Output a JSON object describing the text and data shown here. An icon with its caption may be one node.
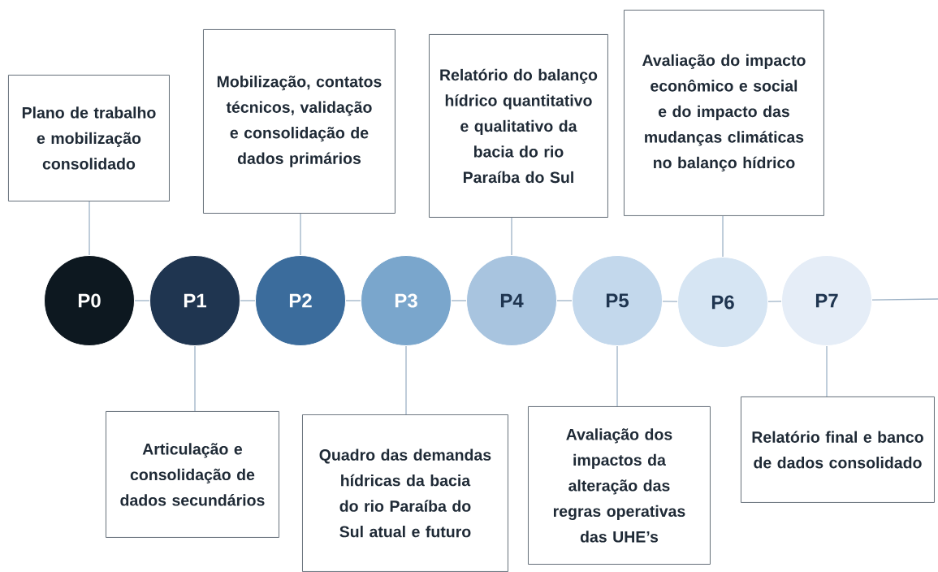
{
  "diagram": {
    "nodes": [
      {
        "text": [
          "P0"
        ]
      },
      {
        "text": [
          "P1"
        ]
      },
      {
        "text": [
          "P2"
        ]
      },
      {
        "text": [
          "P3"
        ]
      },
      {
        "text": [
          "P4"
        ]
      },
      {
        "text": [
          "P5"
        ]
      },
      {
        "text": [
          "P6"
        ]
      },
      {
        "text": [
          "P7"
        ]
      },
      {
        "text": [
          "Plano de trabalho e mobilização consolidado"
        ]
      },
      {
        "text": [
          "Articulação e consolidação de dados secundários"
        ]
      },
      {
        "text": [
          "Mobilização, contatos técnicos, validação e consolidação de dados primários"
        ]
      },
      {
        "text": [
          "Quadro das demandas hídricas da bacia do rio Paraíba do Sul atual e futuro"
        ]
      },
      {
        "text": [
          "Relatório do balanço hídrico quantitativo e qualitativo da bacia do rio Paraíba do Sul"
        ]
      },
      {
        "text": [
          "Avaliação dos impactos da alteração das regras operativas das UHE’s"
        ]
      },
      {
        "text": [
          "Avaliação do impacto econômico e social e do impacto das mudanças climáticas no balanço hídrico"
        ]
      },
      {
        "text": [
          "Relatório final e banco de dados consolidado"
        ]
      }
    ],
    "edges": [
      {
        "from": 0,
        "to": 1,
        "arrow": "none"
      },
      {
        "from": 1,
        "to": 2,
        "arrow": "none"
      },
      {
        "from": 2,
        "to": 3,
        "arrow": "none"
      },
      {
        "from": 3,
        "to": 4,
        "arrow": "none"
      },
      {
        "from": 4,
        "to": 5,
        "arrow": "none"
      },
      {
        "from": 5,
        "to": 6,
        "arrow": "none"
      },
      {
        "from": 6,
        "to": 7,
        "arrow": "none"
      },
      {
        "from": 7,
        "to": null,
        "arrow": "none"
      },
      {
        "from": 8,
        "to": 0,
        "arrow": "none"
      },
      {
        "from": 9,
        "to": 1,
        "arrow": "none"
      },
      {
        "from": 10,
        "to": 2,
        "arrow": "none"
      },
      {
        "from": 11,
        "to": 3,
        "arrow": "none"
      },
      {
        "from": 12,
        "to": 4,
        "arrow": "none"
      },
      {
        "from": 13,
        "to": 5,
        "arrow": "none"
      },
      {
        "from": 14,
        "to": 6,
        "arrow": "none"
      },
      {
        "from": 15,
        "to": 7,
        "arrow": "none"
      }
    ]
  }
}
